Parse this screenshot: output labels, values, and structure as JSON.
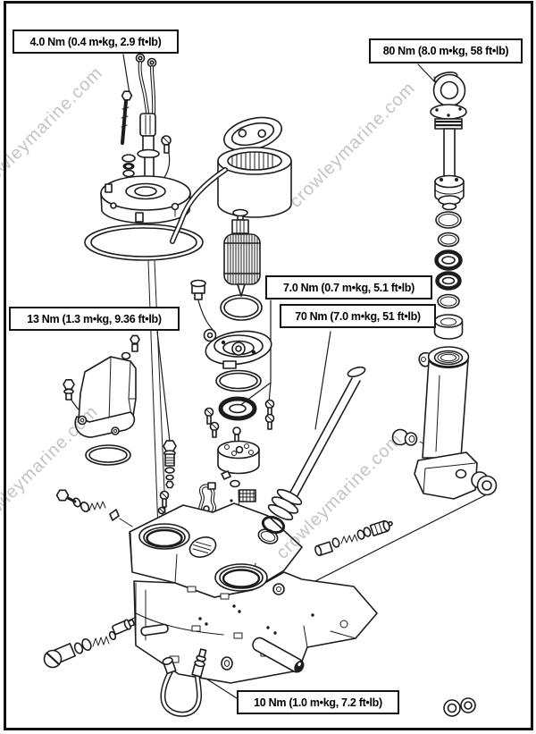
{
  "page": {
    "background": "#ffffff",
    "ink": "#1c1c1c",
    "frame_color": "#111111"
  },
  "watermark": {
    "text": "crowleymarine.com",
    "color": "#c3c3c3"
  },
  "torque_labels": {
    "top_left": "4.0 Nm (0.4 m•kg, 2.9 ft•lb)",
    "top_right": "80 Nm (8.0 m•kg, 58 ft•lb)",
    "mid_upper": "7.0 Nm (0.7 m•kg, 5.1 ft•lb)",
    "mid_lower": "70 Nm (7.0 m•kg, 51 ft•lb)",
    "mid_left": "13 Nm (1.3 m•kg, 9.36 ft•lb)",
    "bottom": "10 Nm (1.0 m•kg, 7.2 ft•lb)"
  }
}
